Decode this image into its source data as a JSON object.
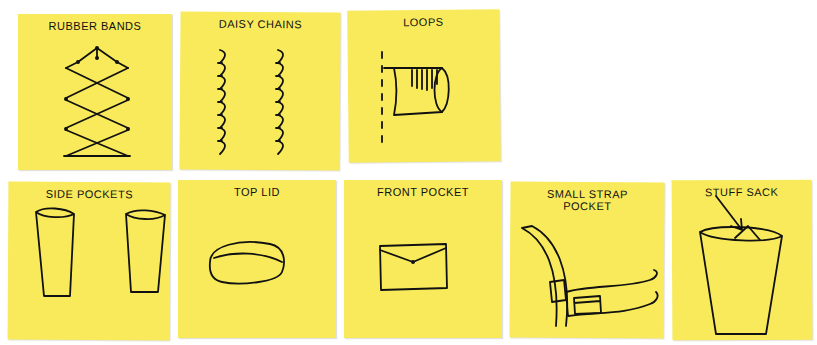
{
  "diagram": {
    "nodes": [
      {
        "text": [
          "RUBBER BANDS"
        ]
      },
      {
        "text": [
          "DAISY CHAINS"
        ]
      },
      {
        "text": [
          "LOOPS"
        ]
      },
      {
        "text": [
          "SIDE POCKETS"
        ]
      },
      {
        "text": [
          "TOP LID"
        ]
      },
      {
        "text": [
          "FRONT POCKET"
        ]
      },
      {
        "text": [
          "SMALL STRAP POCKET"
        ]
      },
      {
        "text": [
          "STUFF SACK"
        ]
      }
    ]
  }
}
